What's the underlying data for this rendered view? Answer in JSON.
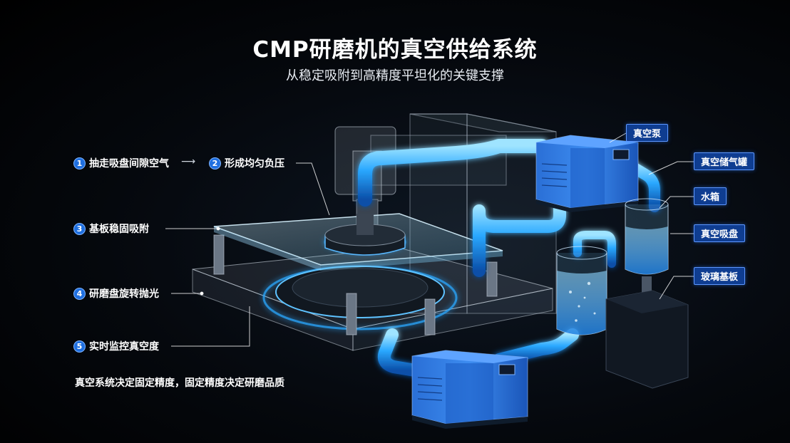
{
  "title": "CMP研磨机的真空供给系统",
  "subtitle": "从稳定吸附到高精度平坦化的关键支撑",
  "steps": [
    {
      "num": "1",
      "label": "抽走吸盘间隙空气"
    },
    {
      "num": "2",
      "label": "形成均匀负压"
    },
    {
      "num": "3",
      "label": "基板稳固吸附"
    },
    {
      "num": "4",
      "label": "研磨盘旋转抛光"
    },
    {
      "num": "5",
      "label": "实时监控真空度"
    }
  ],
  "step_arrow": "⟶",
  "callouts": [
    {
      "label": "真空泵"
    },
    {
      "label": "真空储气罐"
    },
    {
      "label": "水箱"
    },
    {
      "label": "真空吸盘"
    },
    {
      "label": "玻璃基板"
    }
  ],
  "tagline": "真空系统决定固定精度，固定精度决定研磨品质",
  "colors": {
    "accent_blue": "#1f6fe0",
    "pipe_glow": "#35b8ff",
    "callout_bg": "#0f3d91"
  }
}
